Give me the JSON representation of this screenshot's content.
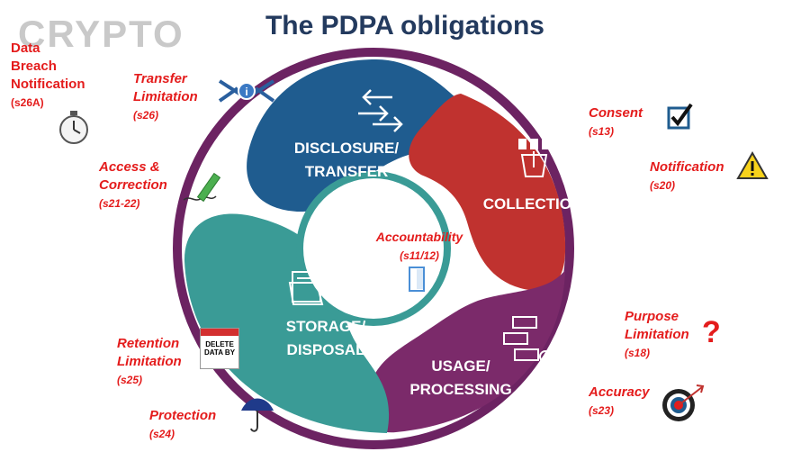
{
  "watermark": "CRYPTO",
  "title": "The PDPA obligations",
  "center": {
    "label": "Accountability",
    "ref": "(s11/12)"
  },
  "segments": [
    {
      "lines": [
        "DISCLOSURE/",
        "TRANSFER"
      ],
      "color": "#1f5c8f"
    },
    {
      "lines": [
        "COLLECTION"
      ],
      "color": "#c0322f"
    },
    {
      "lines": [
        "USAGE/",
        "PROCESSING"
      ],
      "color": "#7b2a6a"
    },
    {
      "lines": [
        "STORAGE/",
        "DISPOSAL"
      ],
      "color": "#3a9b96"
    }
  ],
  "obligations": {
    "data_breach": {
      "lines": [
        "Data",
        "Breach",
        "Notification"
      ],
      "ref": "(s26A)"
    },
    "transfer": {
      "lines": [
        "Transfer",
        "Limitation"
      ],
      "ref": "(s26)"
    },
    "access": {
      "lines": [
        "Access &",
        "Correction"
      ],
      "ref": "(s21-22)"
    },
    "retention": {
      "lines": [
        "Retention",
        "Limitation"
      ],
      "ref": "(s25)"
    },
    "protection": {
      "label": "Protection",
      "ref": "(s24)"
    },
    "consent": {
      "label": "Consent",
      "ref": "(s13)"
    },
    "notification": {
      "label": "Notification",
      "ref": "(s20)"
    },
    "purpose": {
      "lines": [
        "Purpose",
        "Limitation"
      ],
      "ref": "(s18)"
    },
    "accuracy": {
      "label": "Accuracy",
      "ref": "(s23)"
    }
  },
  "stamp": {
    "line1": "DELETE",
    "line2": "DATA BY"
  },
  "colors": {
    "ring_border": "#6c2362",
    "red_text": "#e41c1c",
    "title": "#233a5e",
    "inner_ring": "#3a9b96"
  }
}
